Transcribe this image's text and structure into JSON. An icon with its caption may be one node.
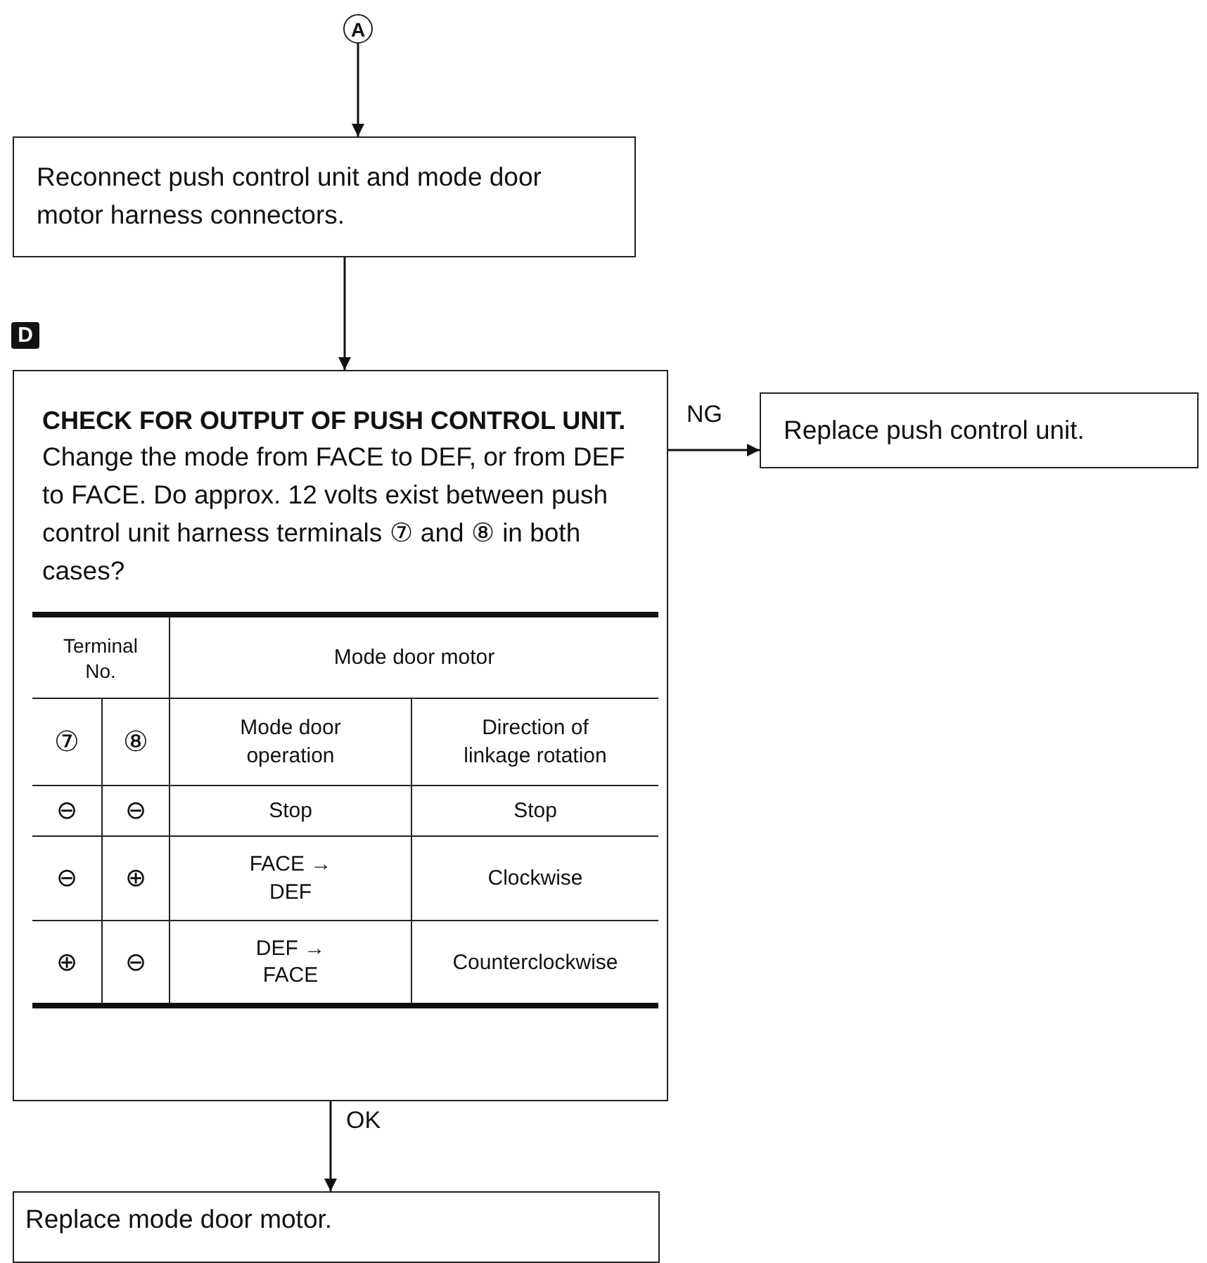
{
  "diagram": {
    "nodes": [
      {
        "text": [
          "A"
        ]
      },
      {
        "text": [
          "Reconnect push control unit and mode door motor harness connectors."
        ]
      },
      {
        "text": [
          "CHECK FOR OUTPUT OF PUSH CONTROL UNIT.",
          "Change the mode from FACE to DEF, or from DEF to FACE. Do approx. 12 volts exist between push control unit harness terminals ⑦ and ⑧ in both cases?"
        ],
        "beside": [
          "D"
        ]
      },
      {
        "text": [
          "Replace push control unit."
        ]
      },
      {
        "text": [
          "Replace mode door motor."
        ]
      }
    ],
    "edges": [
      {
        "from": 0,
        "to": 1,
        "arrow": "to"
      },
      {
        "from": 1,
        "to": 2,
        "arrow": "to"
      },
      {
        "from": 2,
        "to": 3,
        "arrow": "to",
        "label": "NG"
      },
      {
        "from": 2,
        "to": 4,
        "arrow": "to",
        "label": "OK"
      }
    ],
    "labels": [
      "Terminal No.",
      "Mode door motor",
      "⑦",
      "⑧",
      "Mode door operation",
      "Direction of linkage rotation",
      "⊖",
      "⊖",
      "Stop",
      "Stop",
      "⊖",
      "⊕",
      "FACE → DEF",
      "Clockwise",
      "⊕",
      "⊖",
      "DEF → FACE",
      "Counterclockwise"
    ]
  }
}
